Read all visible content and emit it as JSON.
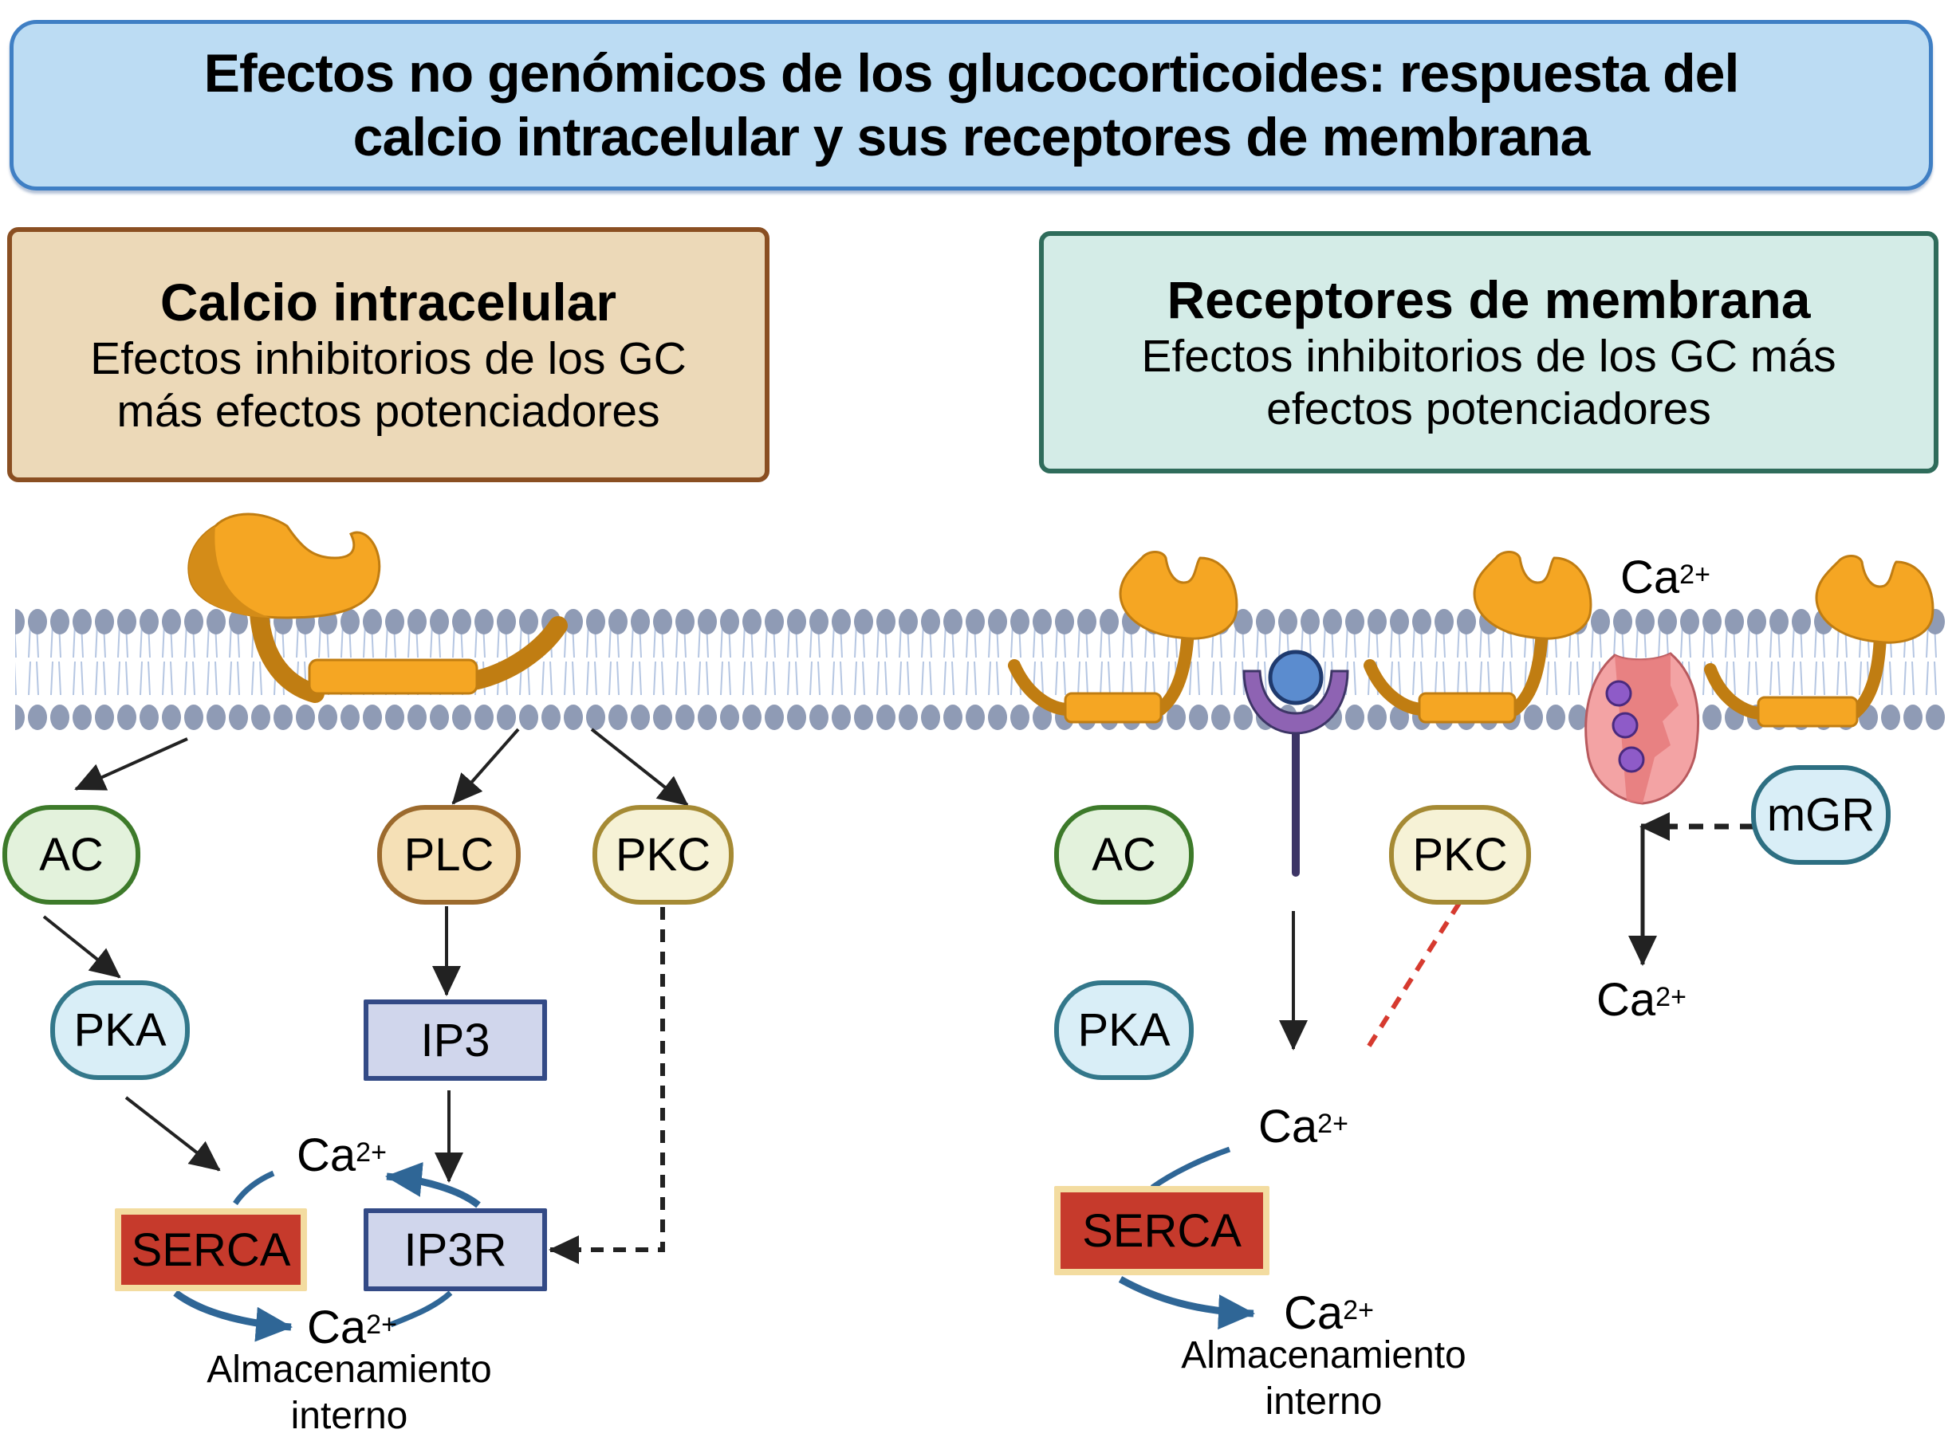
{
  "header": {
    "title_line1": "Efectos no genómicos de los glucocorticoides: respuesta del",
    "title_line2": "calcio intracelular y sus receptores de membrana"
  },
  "panels": {
    "left": {
      "title": "Calcio intracelular",
      "subtitle_line1": "Efectos inhibitorios de los GC",
      "subtitle_line2": "más efectos potenciadores"
    },
    "right": {
      "title": "Receptores de membrana",
      "subtitle_line1": "Efectos inhibitorios de los GC más",
      "subtitle_line2": "efectos potenciadores"
    }
  },
  "left_pathway": {
    "nodes": {
      "ac": "AC",
      "pka": "PKA",
      "plc": "PLC",
      "pkc": "PKC",
      "ip3": "IP3",
      "serca": "SERCA",
      "ip3r": "IP3R"
    },
    "ca_top": {
      "base": "Ca",
      "charge": "2+"
    },
    "ca_bottom": {
      "base": "Ca",
      "charge": "2+"
    },
    "store_line1": "Almacenamiento",
    "store_line2": "interno"
  },
  "right_pathway": {
    "nodes": {
      "ac": "AC",
      "pka": "PKA",
      "pkc": "PKC",
      "mgr": "mGR",
      "serca": "SERCA"
    },
    "ca_extracellular": {
      "base": "Ca",
      "charge": "2+"
    },
    "ca_channel_out": {
      "base": "Ca",
      "charge": "2+"
    },
    "ca_cytosol": {
      "base": "Ca",
      "charge": "2+"
    },
    "ca_store": {
      "base": "Ca",
      "charge": "2+"
    },
    "store_line1": "Almacenamiento",
    "store_line2": "interno"
  },
  "colors": {
    "title_bg": "#bcdcf3",
    "title_border": "#3f7fc4",
    "left_panel_bg": "#ecd9b8",
    "left_panel_border": "#8a4f22",
    "right_panel_bg": "#d4ece7",
    "right_panel_border": "#2f6c5b",
    "receptor_orange": "#f5a623",
    "receptor_dark": "#c07d12",
    "membrane_head": "#8f9bb5",
    "flow_arrow_blue": "#2f6696",
    "inhibit_red": "#d63a2f"
  }
}
